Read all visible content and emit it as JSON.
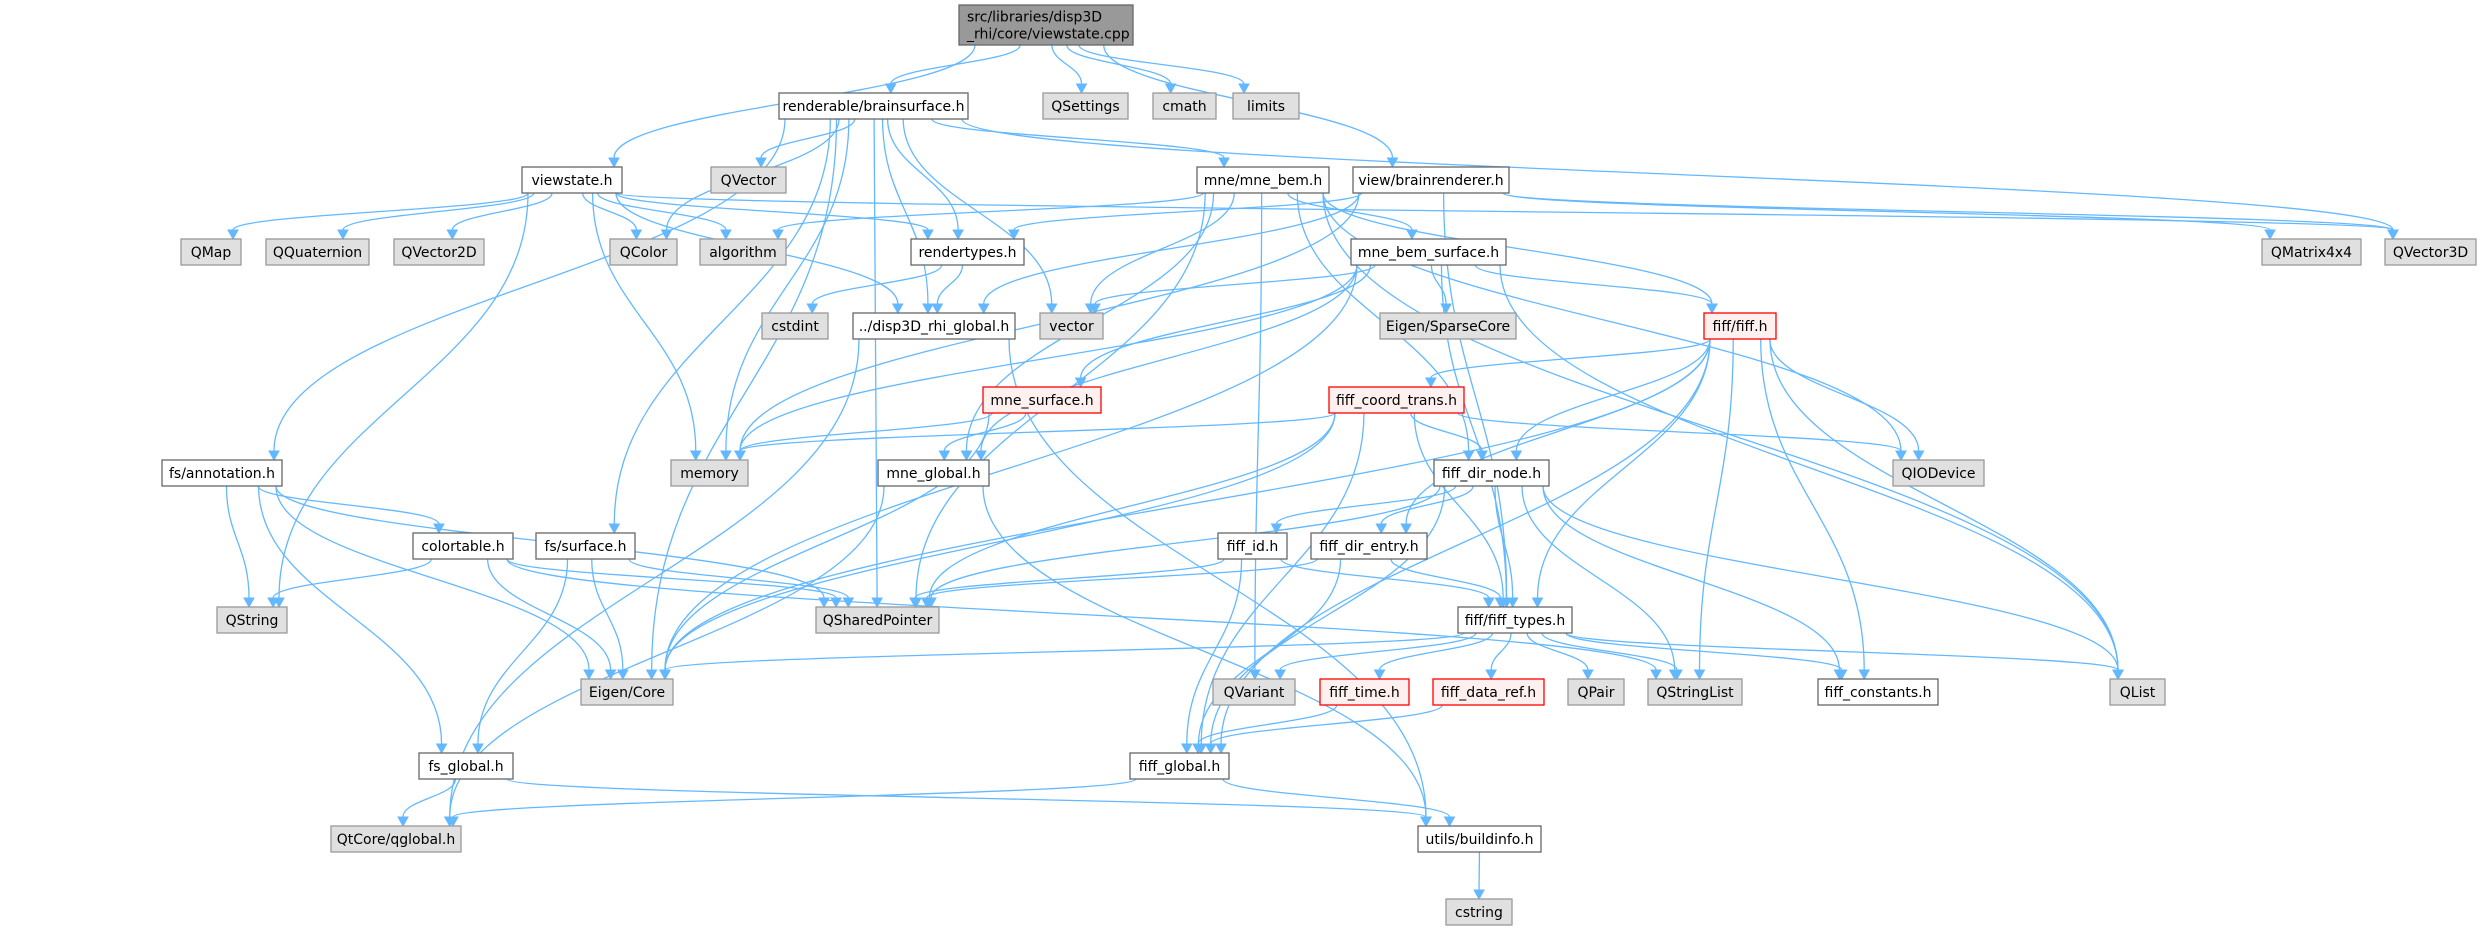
{
  "colors": {
    "edge": "#63b8ff",
    "root_fill": "#999999",
    "external_fill": "#e0e0e0",
    "local_fill": "#ffffff",
    "warning_border": "#ff0000"
  },
  "nodes": [
    {
      "id": "root",
      "label": [
        "src/libraries/disp3D",
        "_rhi/core/viewstate.cpp"
      ],
      "kind": "root"
    },
    {
      "id": "brainsurface",
      "label": [
        "renderable/brainsurface.h"
      ],
      "kind": "local"
    },
    {
      "id": "qsettings",
      "label": [
        "QSettings"
      ],
      "kind": "ext"
    },
    {
      "id": "cmath",
      "label": [
        "cmath"
      ],
      "kind": "ext"
    },
    {
      "id": "limits",
      "label": [
        "limits"
      ],
      "kind": "ext"
    },
    {
      "id": "viewstate",
      "label": [
        "viewstate.h"
      ],
      "kind": "local"
    },
    {
      "id": "qvector",
      "label": [
        "QVector"
      ],
      "kind": "ext"
    },
    {
      "id": "mnebem",
      "label": [
        "mne/mne_bem.h"
      ],
      "kind": "local"
    },
    {
      "id": "brainrenderer",
      "label": [
        "view/brainrenderer.h"
      ],
      "kind": "local"
    },
    {
      "id": "qmap",
      "label": [
        "QMap"
      ],
      "kind": "ext"
    },
    {
      "id": "qquaternion",
      "label": [
        "QQuaternion"
      ],
      "kind": "ext"
    },
    {
      "id": "qvector2d",
      "label": [
        "QVector2D"
      ],
      "kind": "ext"
    },
    {
      "id": "qcolor",
      "label": [
        "QColor"
      ],
      "kind": "ext"
    },
    {
      "id": "algorithm",
      "label": [
        "algorithm"
      ],
      "kind": "ext"
    },
    {
      "id": "rendertypes",
      "label": [
        "rendertypes.h"
      ],
      "kind": "local"
    },
    {
      "id": "mnebemsurface",
      "label": [
        "mne_bem_surface.h"
      ],
      "kind": "local"
    },
    {
      "id": "qmatrix4x4",
      "label": [
        "QMatrix4x4"
      ],
      "kind": "ext"
    },
    {
      "id": "qvector3d",
      "label": [
        "QVector3D"
      ],
      "kind": "ext"
    },
    {
      "id": "cstdint",
      "label": [
        "cstdint"
      ],
      "kind": "ext"
    },
    {
      "id": "disp3dglobal",
      "label": [
        "../disp3D_rhi_global.h"
      ],
      "kind": "local"
    },
    {
      "id": "vector",
      "label": [
        "vector"
      ],
      "kind": "ext"
    },
    {
      "id": "sparsecore",
      "label": [
        "Eigen/SparseCore"
      ],
      "kind": "ext"
    },
    {
      "id": "fiffh",
      "label": [
        "fiff/fiff.h"
      ],
      "kind": "red"
    },
    {
      "id": "mnesurface",
      "label": [
        "mne_surface.h"
      ],
      "kind": "red"
    },
    {
      "id": "fiffcoordtrans",
      "label": [
        "fiff_coord_trans.h"
      ],
      "kind": "red"
    },
    {
      "id": "fsannotation",
      "label": [
        "fs/annotation.h"
      ],
      "kind": "local"
    },
    {
      "id": "memory",
      "label": [
        "memory"
      ],
      "kind": "ext"
    },
    {
      "id": "mneglobal",
      "label": [
        "mne_global.h"
      ],
      "kind": "local"
    },
    {
      "id": "fiffdirnode",
      "label": [
        "fiff_dir_node.h"
      ],
      "kind": "local"
    },
    {
      "id": "qiodevice",
      "label": [
        "QIODevice"
      ],
      "kind": "ext"
    },
    {
      "id": "colortable",
      "label": [
        "colortable.h"
      ],
      "kind": "local"
    },
    {
      "id": "fssurface",
      "label": [
        "fs/surface.h"
      ],
      "kind": "local"
    },
    {
      "id": "fiffid",
      "label": [
        "fiff_id.h"
      ],
      "kind": "local"
    },
    {
      "id": "fiffdirentry",
      "label": [
        "fiff_dir_entry.h"
      ],
      "kind": "local"
    },
    {
      "id": "qstring",
      "label": [
        "QString"
      ],
      "kind": "ext"
    },
    {
      "id": "qsharedpointer",
      "label": [
        "QSharedPointer"
      ],
      "kind": "ext"
    },
    {
      "id": "fifftypes",
      "label": [
        "fiff/fiff_types.h"
      ],
      "kind": "local"
    },
    {
      "id": "eigencore",
      "label": [
        "Eigen/Core"
      ],
      "kind": "ext"
    },
    {
      "id": "qvariant",
      "label": [
        "QVariant"
      ],
      "kind": "ext"
    },
    {
      "id": "fifftime",
      "label": [
        "fiff_time.h"
      ],
      "kind": "red"
    },
    {
      "id": "fiffdataref",
      "label": [
        "fiff_data_ref.h"
      ],
      "kind": "red"
    },
    {
      "id": "qpair",
      "label": [
        "QPair"
      ],
      "kind": "ext"
    },
    {
      "id": "qstringlist",
      "label": [
        "QStringList"
      ],
      "kind": "ext"
    },
    {
      "id": "fiffconstants",
      "label": [
        "fiff_constants.h"
      ],
      "kind": "local"
    },
    {
      "id": "qlist",
      "label": [
        "QList"
      ],
      "kind": "ext"
    },
    {
      "id": "fsglobal",
      "label": [
        "fs_global.h"
      ],
      "kind": "local"
    },
    {
      "id": "fiffglobal",
      "label": [
        "fiff_global.h"
      ],
      "kind": "local"
    },
    {
      "id": "qglobal",
      "label": [
        "QtCore/qglobal.h"
      ],
      "kind": "ext"
    },
    {
      "id": "buildinfo",
      "label": [
        "utils/buildinfo.h"
      ],
      "kind": "local"
    },
    {
      "id": "cstring",
      "label": [
        "cstring"
      ],
      "kind": "ext"
    }
  ],
  "edges": [
    [
      "root",
      "viewstate"
    ],
    [
      "root",
      "brainsurface"
    ],
    [
      "root",
      "qsettings"
    ],
    [
      "root",
      "cmath"
    ],
    [
      "root",
      "limits"
    ],
    [
      "root",
      "brainrenderer"
    ],
    [
      "brainsurface",
      "fsannotation"
    ],
    [
      "brainsurface",
      "fssurface"
    ],
    [
      "brainsurface",
      "eigencore"
    ],
    [
      "brainsurface",
      "qsharedpointer"
    ],
    [
      "brainsurface",
      "qvector"
    ],
    [
      "brainsurface",
      "qcolor"
    ],
    [
      "brainsurface",
      "memory"
    ],
    [
      "brainsurface",
      "rendertypes"
    ],
    [
      "brainsurface",
      "disp3dglobal"
    ],
    [
      "brainsurface",
      "vector"
    ],
    [
      "brainsurface",
      "mnebem"
    ],
    [
      "brainsurface",
      "qvector3d"
    ],
    [
      "viewstate",
      "qmap"
    ],
    [
      "viewstate",
      "qquaternion"
    ],
    [
      "viewstate",
      "qvector2d"
    ],
    [
      "viewstate",
      "qcolor"
    ],
    [
      "viewstate",
      "algorithm"
    ],
    [
      "viewstate",
      "rendertypes"
    ],
    [
      "viewstate",
      "disp3dglobal"
    ],
    [
      "viewstate",
      "memory"
    ],
    [
      "viewstate",
      "qstring"
    ],
    [
      "viewstate",
      "qvector3d"
    ],
    [
      "mnebem",
      "mnebemsurface"
    ],
    [
      "mnebem",
      "fiffh"
    ],
    [
      "mnebem",
      "mneglobal"
    ],
    [
      "mnebem",
      "vector"
    ],
    [
      "mnebem",
      "algorithm"
    ],
    [
      "mnebem",
      "qsharedpointer"
    ],
    [
      "mnebem",
      "fiffdirnode"
    ],
    [
      "mnebem",
      "qlist"
    ],
    [
      "mnebem",
      "qiodevice"
    ],
    [
      "mnebem",
      "qvariant"
    ],
    [
      "brainrenderer",
      "rendertypes"
    ],
    [
      "brainrenderer",
      "disp3dglobal"
    ],
    [
      "brainrenderer",
      "qmatrix4x4"
    ],
    [
      "brainrenderer",
      "qvector3d"
    ],
    [
      "brainrenderer",
      "memory"
    ],
    [
      "brainrenderer",
      "fifftypes"
    ],
    [
      "rendertypes",
      "cstdint"
    ],
    [
      "rendertypes",
      "disp3dglobal"
    ],
    [
      "disp3dglobal",
      "qglobal"
    ],
    [
      "disp3dglobal",
      "buildinfo"
    ],
    [
      "mnebemsurface",
      "fiffh"
    ],
    [
      "mnebemsurface",
      "mnesurface"
    ],
    [
      "mnebemsurface",
      "vector"
    ],
    [
      "mnebemsurface",
      "sparsecore"
    ],
    [
      "mnebemsurface",
      "eigencore"
    ],
    [
      "mnebemsurface",
      "qlist"
    ],
    [
      "mnebemsurface",
      "fifftypes"
    ],
    [
      "mnebemsurface",
      "mneglobal"
    ],
    [
      "mnebemsurface",
      "memory"
    ],
    [
      "fiffh",
      "fiffcoordtrans"
    ],
    [
      "fiffh",
      "fiffdirnode"
    ],
    [
      "fiffh",
      "fiffdirentry"
    ],
    [
      "fiffh",
      "fifftypes"
    ],
    [
      "fiffh",
      "fiffglobal"
    ],
    [
      "fiffh",
      "qiodevice"
    ],
    [
      "fiffh",
      "qstringlist"
    ],
    [
      "fiffh",
      "qlist"
    ],
    [
      "fiffh",
      "fiffconstants"
    ],
    [
      "fiffh",
      "eigencore"
    ],
    [
      "mnesurface",
      "memory"
    ],
    [
      "mnesurface",
      "mneglobal"
    ],
    [
      "mnesurface",
      "eigencore"
    ],
    [
      "fiffcoordtrans",
      "fiffdirnode"
    ],
    [
      "fiffcoordtrans",
      "fifftypes"
    ],
    [
      "fiffcoordtrans",
      "fiffglobal"
    ],
    [
      "fiffcoordtrans",
      "qiodevice"
    ],
    [
      "fiffcoordtrans",
      "memory"
    ],
    [
      "fiffcoordtrans",
      "qsharedpointer"
    ],
    [
      "fiffcoordtrans",
      "eigencore"
    ],
    [
      "mneglobal",
      "qglobal"
    ],
    [
      "mneglobal",
      "buildinfo"
    ],
    [
      "fiffdirnode",
      "fiffid"
    ],
    [
      "fiffdirnode",
      "fiffdirentry"
    ],
    [
      "fiffdirnode",
      "fifftypes"
    ],
    [
      "fiffdirnode",
      "qsharedpointer"
    ],
    [
      "fiffdirnode",
      "qstringlist"
    ],
    [
      "fiffdirnode",
      "fiffconstants"
    ],
    [
      "fiffdirnode",
      "qlist"
    ],
    [
      "fiffdirnode",
      "fiffglobal"
    ],
    [
      "fiffid",
      "fifftypes"
    ],
    [
      "fiffid",
      "fiffglobal"
    ],
    [
      "fiffid",
      "qsharedpointer"
    ],
    [
      "fiffdirentry",
      "fifftypes"
    ],
    [
      "fiffdirentry",
      "fiffglobal"
    ],
    [
      "fiffdirentry",
      "qsharedpointer"
    ],
    [
      "fifftypes",
      "eigencore"
    ],
    [
      "fifftypes",
      "qvariant"
    ],
    [
      "fifftypes",
      "fifftime"
    ],
    [
      "fifftypes",
      "fiffdataref"
    ],
    [
      "fifftypes",
      "qpair"
    ],
    [
      "fifftypes",
      "qstringlist"
    ],
    [
      "fifftypes",
      "fiffconstants"
    ],
    [
      "fifftypes",
      "qlist"
    ],
    [
      "fsannotation",
      "colortable"
    ],
    [
      "fsannotation",
      "qstring"
    ],
    [
      "fsannotation",
      "eigencore"
    ],
    [
      "fsannotation",
      "fsglobal"
    ],
    [
      "fsannotation",
      "qsharedpointer"
    ],
    [
      "colortable",
      "qstring"
    ],
    [
      "colortable",
      "eigencore"
    ],
    [
      "colortable",
      "qsharedpointer"
    ],
    [
      "colortable",
      "qstringlist"
    ],
    [
      "fssurface",
      "fsglobal"
    ],
    [
      "fssurface",
      "eigencore"
    ],
    [
      "fssurface",
      "qsharedpointer"
    ],
    [
      "fsglobal",
      "qglobal"
    ],
    [
      "fsglobal",
      "buildinfo"
    ],
    [
      "fifftime",
      "fiffglobal"
    ],
    [
      "fiffdataref",
      "fiffglobal"
    ],
    [
      "fiffglobal",
      "qglobal"
    ],
    [
      "fiffglobal",
      "buildinfo"
    ],
    [
      "buildinfo",
      "cstring"
    ]
  ]
}
